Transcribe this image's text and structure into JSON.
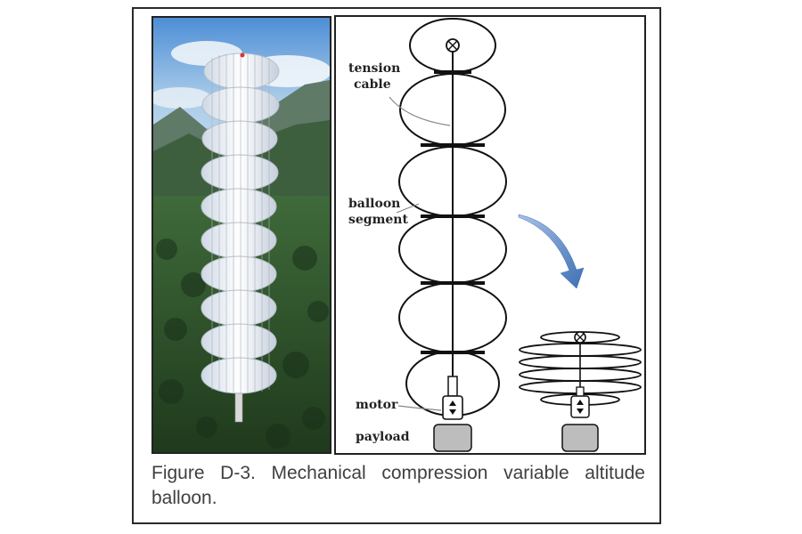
{
  "figure": {
    "caption": "Figure D-3. Mechanical compression variable altitude balloon."
  },
  "diagram": {
    "labels": {
      "tension": "tension",
      "cable": "cable",
      "balloon": "balloon",
      "segment": "segment",
      "motor": "motor",
      "payload": "payload"
    }
  },
  "colors": {
    "sky": "#7fb2e0",
    "forest": "#2f4f2a",
    "arrow": "#5a86c4",
    "payload_fill": "#bdbdbd",
    "caption_text": "#404040"
  }
}
